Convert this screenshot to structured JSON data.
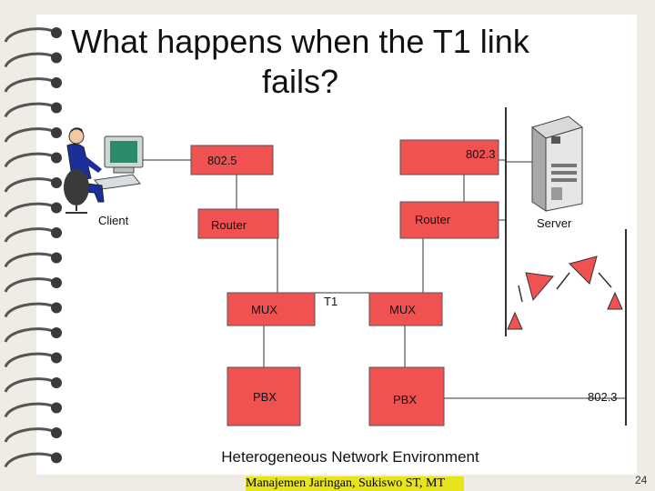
{
  "slide": {
    "title": "What happens when the T1 link fails?",
    "caption": "Heterogeneous Network Environment",
    "footer": "Manajemen Jaringan, Sukiswo ST, MT",
    "page_number": "24"
  },
  "diagram": {
    "labels": {
      "ring_802_5": "802.5",
      "bus_802_3_top": "802.3",
      "client": "Client",
      "router_left": "Router",
      "router_right": "Router",
      "server": "Server",
      "mux_left": "MUX",
      "mux_right": "MUX",
      "t1": "T1",
      "pbx_left": "PBX",
      "pbx_right": "PBX",
      "bus_802_3_right": "802.3"
    }
  },
  "colors": {
    "box_fill": "#f05252",
    "background": "#ffffff"
  },
  "icons": [
    "client-workstation-icon",
    "server-tower-icon",
    "satellite-dish-icon",
    "ring-binding-icon"
  ]
}
